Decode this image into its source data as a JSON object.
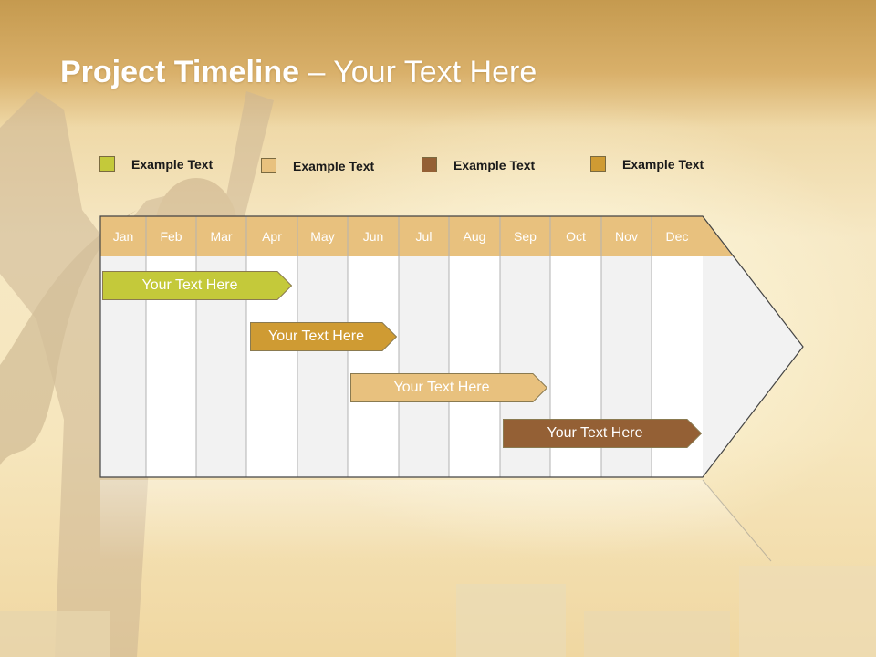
{
  "title": {
    "bold": "Project Timeline",
    "rest": " – Your Text Here"
  },
  "legend": [
    {
      "label": "Example Text",
      "color": "#c4c93a"
    },
    {
      "label": "Example Text",
      "color": "#e8c17e"
    },
    {
      "label": "Example Text",
      "color": "#946035"
    },
    {
      "label": "Example Text",
      "color": "#cf9b33"
    }
  ],
  "months": [
    "Jan",
    "Feb",
    "Mar",
    "Apr",
    "May",
    "Jun",
    "Jul",
    "Aug",
    "Sep",
    "Oct",
    "Nov",
    "Dec"
  ],
  "tasks": [
    {
      "label": "Your  Text Here",
      "color": "#c4c93a",
      "text_color": "#ffffff",
      "start_month": "Jan",
      "end_month": "Apr"
    },
    {
      "label": "Your  Text Here",
      "color": "#cf9b33",
      "text_color": "#ffffff",
      "start_month": "Apr",
      "end_month": "Jun"
    },
    {
      "label": "Your  Text Here",
      "color": "#e8c17e",
      "text_color": "#ffffff",
      "start_month": "Jun",
      "end_month": "Sep"
    },
    {
      "label": "Your  Text Here",
      "color": "#946035",
      "text_color": "#ffffff",
      "start_month": "Sep",
      "end_month": "Dec"
    }
  ],
  "colors": {
    "header": "#e8c17e",
    "column_light": "#f2f2f2",
    "column_white": "#ffffff",
    "outline": "#444444"
  }
}
